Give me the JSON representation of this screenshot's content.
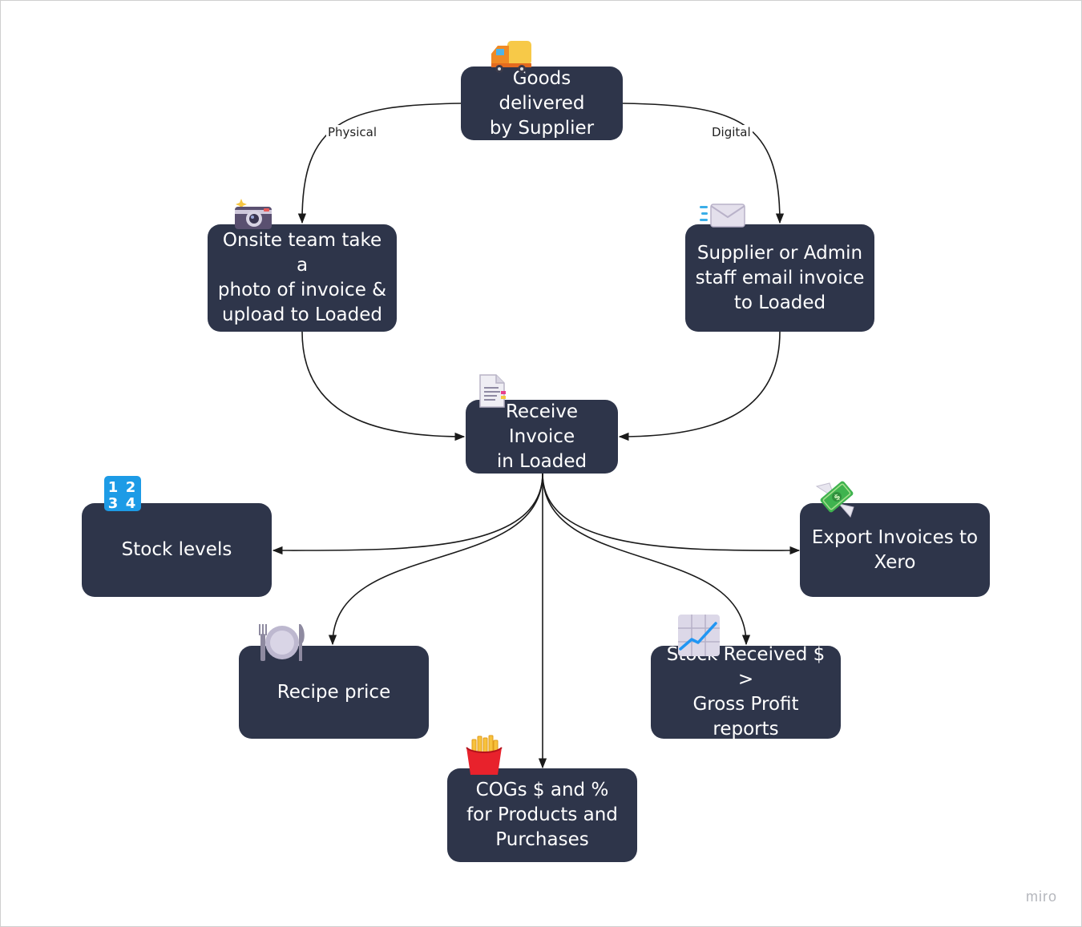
{
  "nodes": {
    "goods": "Goods delivered\nby Supplier",
    "onsite": "Onsite team take a\nphoto of invoice &\nupload to Loaded",
    "email": "Supplier or Admin\nstaff email invoice\nto Loaded",
    "receive": "Receive Invoice\nin Loaded",
    "stock_levels": "Stock levels",
    "xero": "Export Invoices to\nXero",
    "recipe": "Recipe price",
    "gross_profit": "Stock Received $ >\nGross Profit reports",
    "cogs": "COGs $ and %\nfor Products and\nPurchases"
  },
  "edge_labels": {
    "physical": "Physical",
    "digital": "Digital"
  },
  "icons": {
    "goods": "delivery-truck-icon",
    "onsite": "camera-flash-icon",
    "email": "envelope-icon",
    "receive": "document-icon",
    "stock_levels": "numbers-1234-icon",
    "xero": "money-with-wings-icon",
    "recipe": "plate-fork-knife-icon",
    "gross_profit": "chart-increasing-icon",
    "cogs": "french-fries-icon"
  },
  "colors": {
    "node_fill": "#2e354a",
    "node_text": "#ffffff",
    "edge": "#1a1a1a"
  },
  "watermark": "miro"
}
